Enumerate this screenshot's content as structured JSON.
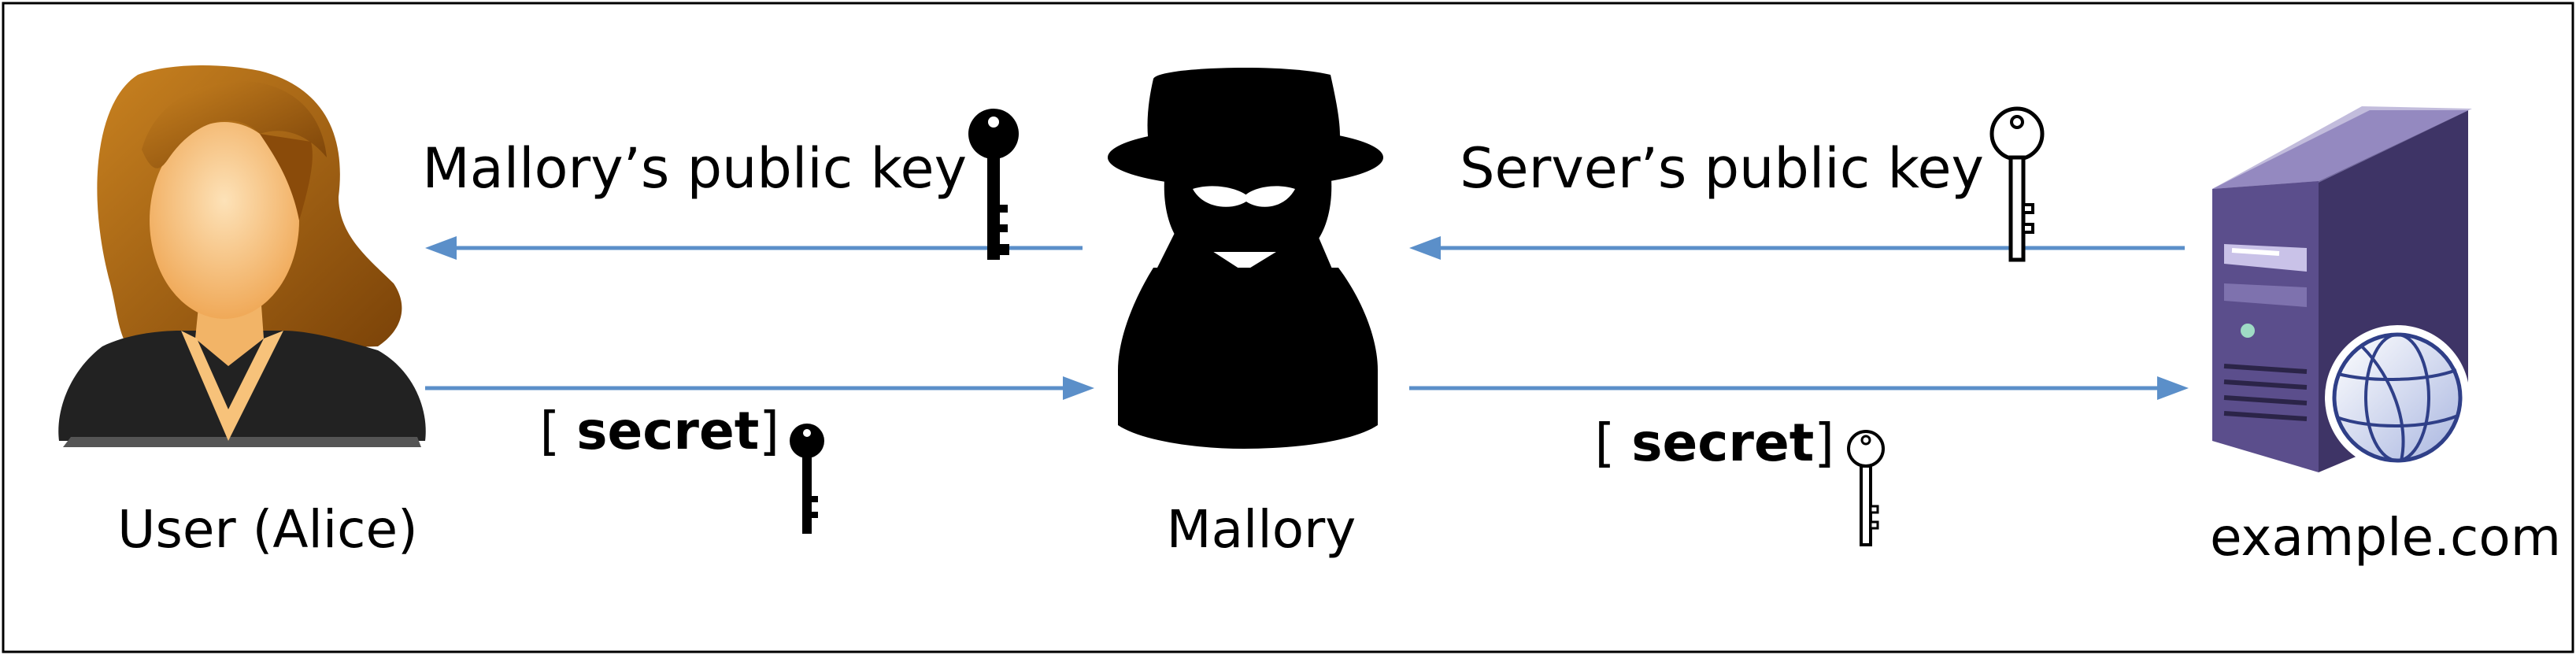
{
  "actors": {
    "user": {
      "label": "User (Alice)",
      "icon": "woman-avatar-icon"
    },
    "attacker": {
      "label": "Mallory",
      "icon": "spy-silhouette-icon"
    },
    "server": {
      "label": "example.com",
      "icon": "server-globe-icon"
    }
  },
  "messages": {
    "mallory_key": {
      "text": "Mallory’s public key",
      "key_icon": "black-key-icon"
    },
    "server_key": {
      "text": "Server’s public key",
      "key_icon": "white-key-icon"
    },
    "secret_to_mallory": {
      "open": "[ ",
      "word": "secret",
      "close": "]",
      "key_icon": "black-key-icon"
    },
    "secret_to_server": {
      "open": "[ ",
      "word": "secret",
      "close": "]",
      "key_icon": "white-key-icon"
    }
  },
  "colors": {
    "arrow": "#5b8fc9",
    "frame": "#000000",
    "hair": "#b06a10",
    "skin": "#f7c27a",
    "server_body": "#5b4e8c",
    "server_side": "#3e3466",
    "server_top": "#8c80b8"
  }
}
